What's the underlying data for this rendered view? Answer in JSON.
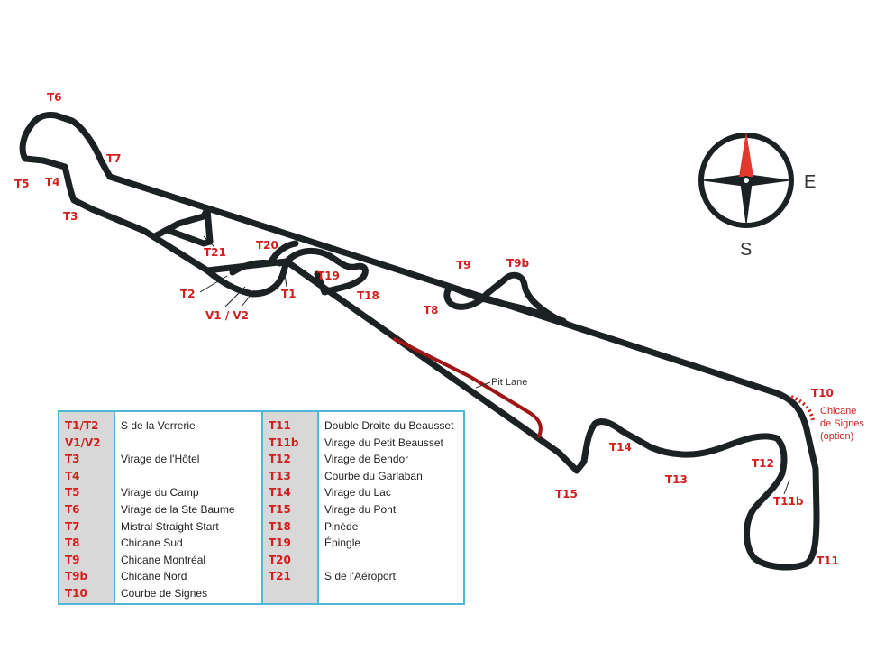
{
  "turn_labels": [
    {
      "id": "T6",
      "text": "T6"
    },
    {
      "id": "T5",
      "text": "T5"
    },
    {
      "id": "T4",
      "text": "T4"
    },
    {
      "id": "T3",
      "text": "T3"
    },
    {
      "id": "T7",
      "text": "T7"
    },
    {
      "id": "T21",
      "text": "T21"
    },
    {
      "id": "T20",
      "text": "T20"
    },
    {
      "id": "T19",
      "text": "T19"
    },
    {
      "id": "T18",
      "text": "T18"
    },
    {
      "id": "T2",
      "text": "T2"
    },
    {
      "id": "T1",
      "text": "T1"
    },
    {
      "id": "V1V2",
      "text": "V1 / V2"
    },
    {
      "id": "T9",
      "text": "T9"
    },
    {
      "id": "T9b",
      "text": "T9b"
    },
    {
      "id": "T8",
      "text": "T8"
    },
    {
      "id": "T10",
      "text": "T10"
    },
    {
      "id": "T14",
      "text": "T14"
    },
    {
      "id": "T13",
      "text": "T13"
    },
    {
      "id": "T12",
      "text": "T12"
    },
    {
      "id": "T15",
      "text": "T15"
    },
    {
      "id": "T11b",
      "text": "T11b"
    },
    {
      "id": "T11",
      "text": "T11"
    }
  ],
  "pit_lane_label": "Pit Lane",
  "chicane_note": [
    "Chicane",
    "de Signes",
    "(option)"
  ],
  "compass": {
    "east": "E",
    "south": "S",
    "needle_color": "#e03a2f"
  },
  "colors": {
    "track": "#1c2224",
    "turn_label": "#d11f1f",
    "pit_lane": "#a01414",
    "legend_border": "#4fb7d6",
    "legend_code_bg": "#d8d8d8"
  },
  "legend": {
    "left": [
      {
        "code": "T1/T2",
        "name": "S de la Verrerie"
      },
      {
        "code": "V1/V2",
        "name": ""
      },
      {
        "code": "T3",
        "name": "Virage de l'Hôtel"
      },
      {
        "code": "T4",
        "name": ""
      },
      {
        "code": "T5",
        "name": "Virage du Camp"
      },
      {
        "code": "T6",
        "name": "Virage de la Ste Baume"
      },
      {
        "code": "T7",
        "name": "Mistral Straight Start"
      },
      {
        "code": "T8",
        "name": "Chicane Sud"
      },
      {
        "code": "T9",
        "name": "Chicane Montréal"
      },
      {
        "code": "T9b",
        "name": "Chicane Nord"
      },
      {
        "code": "T10",
        "name": "Courbe de Signes"
      }
    ],
    "right": [
      {
        "code": "T11",
        "name": "Double Droite du Beausset"
      },
      {
        "code": "T11b",
        "name": "Virage du Petit Beausset"
      },
      {
        "code": "T12",
        "name": "Virage de Bendor"
      },
      {
        "code": "T13",
        "name": "Courbe du Garlaban"
      },
      {
        "code": "T14",
        "name": "Virage du Lac"
      },
      {
        "code": "T15",
        "name": "Virage du Pont"
      },
      {
        "code": "T18",
        "name": "Pinède"
      },
      {
        "code": "T19",
        "name": "Épingle"
      },
      {
        "code": "T20",
        "name": ""
      },
      {
        "code": "T21",
        "name": "S de l'Aéroport"
      }
    ]
  }
}
